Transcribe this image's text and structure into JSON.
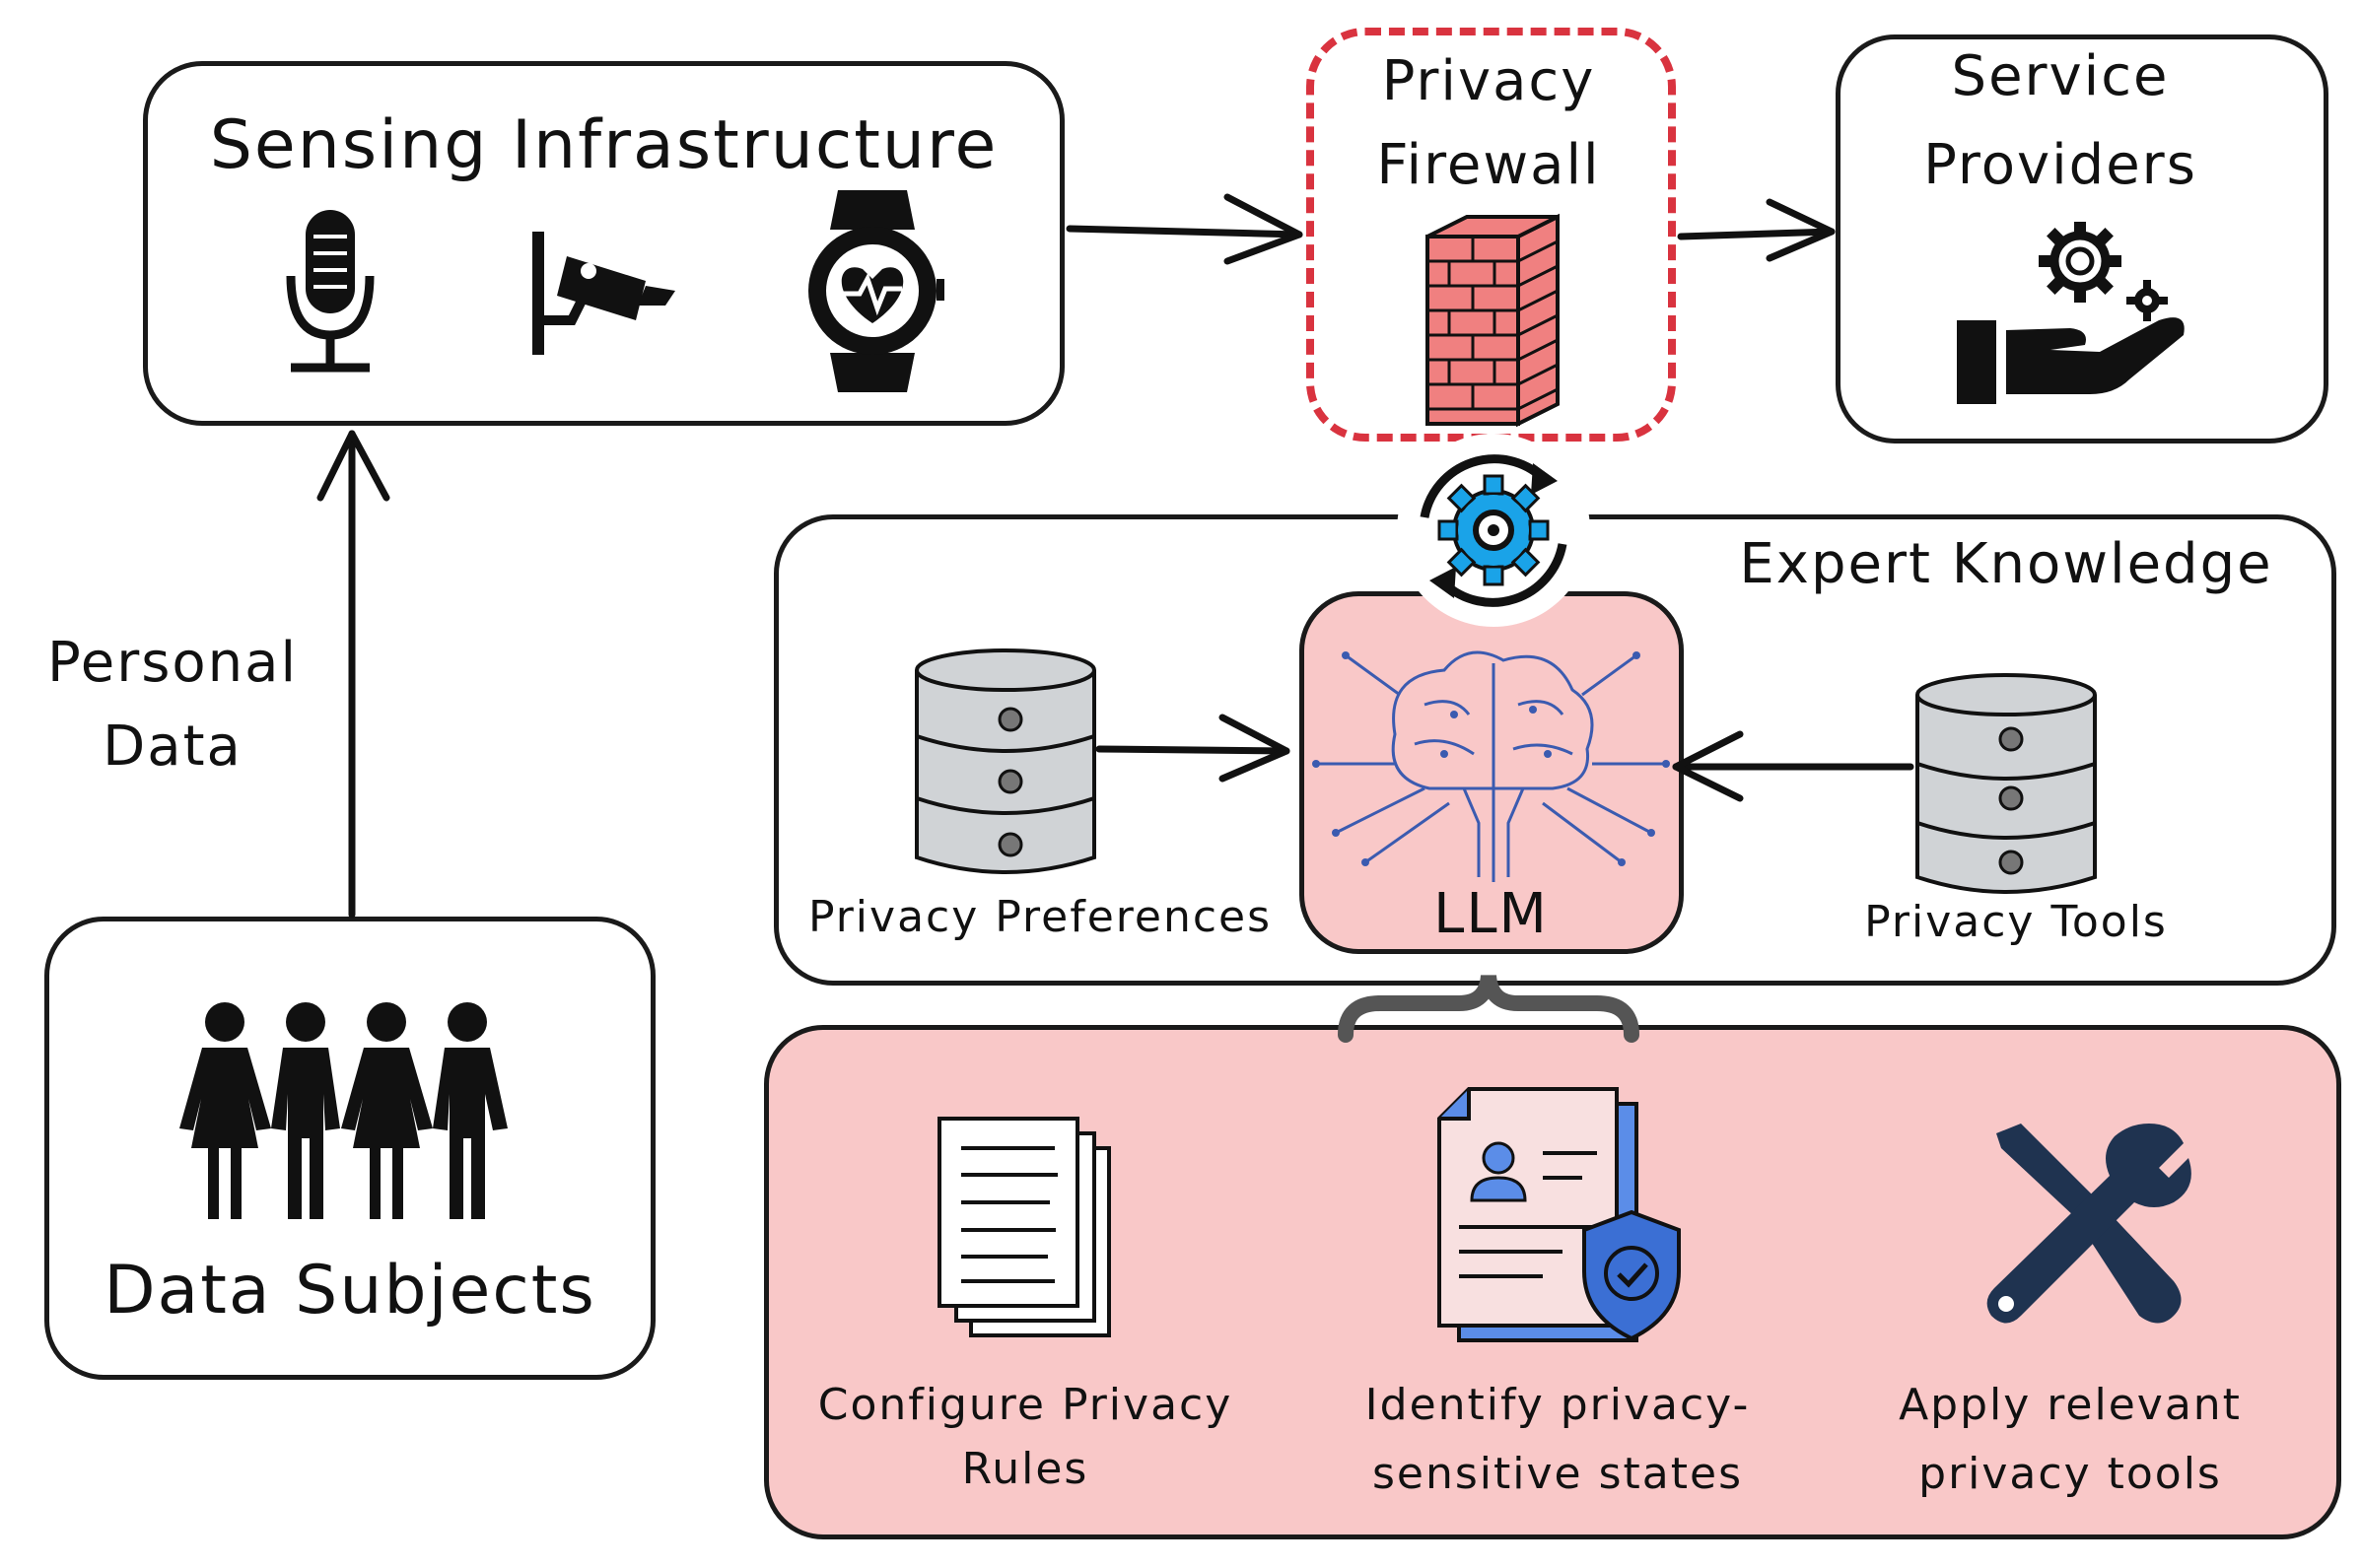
{
  "sensing": {
    "title": "Sensing Infrastructure"
  },
  "firewall": {
    "title_line1": "Privacy",
    "title_line2": "Firewall"
  },
  "providers": {
    "title_line1": "Service",
    "title_line2": "Providers"
  },
  "personal_data": {
    "line1": "Personal",
    "line2": "Data"
  },
  "subjects": {
    "title": "Data Subjects"
  },
  "expert": {
    "title": "Expert Knowledge",
    "preferences_label": "Privacy Preferences",
    "tools_label": "Privacy Tools",
    "llm_label": "LLM"
  },
  "tasks": {
    "configure_line1": "Configure Privacy",
    "configure_line2": "Rules",
    "identify_line1": "Identify privacy-",
    "identify_line2": "sensitive states",
    "apply_line1": "Apply relevant",
    "apply_line2": "privacy tools"
  },
  "colors": {
    "firewall_border": "#d9333f",
    "llm_fill": "#f9c8c8",
    "tasks_fill": "#f9c8c8",
    "gear_blue": "#1aa3e8",
    "brick_red": "#f08080"
  }
}
